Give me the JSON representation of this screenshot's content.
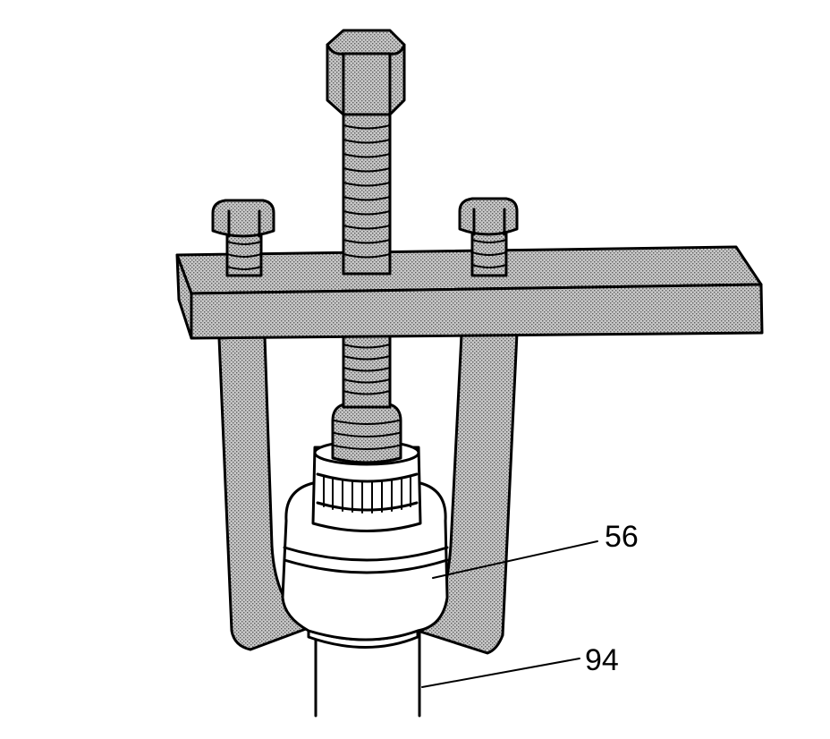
{
  "figure": {
    "callouts": [
      {
        "id": "c56",
        "label": "56"
      },
      {
        "id": "c94",
        "label": "94"
      }
    ]
  },
  "colors": {
    "stroke": "#000000",
    "background": "#ffffff",
    "hatch_fill": "#bdbdbd",
    "hatch_dot": "#6f6f6f"
  }
}
